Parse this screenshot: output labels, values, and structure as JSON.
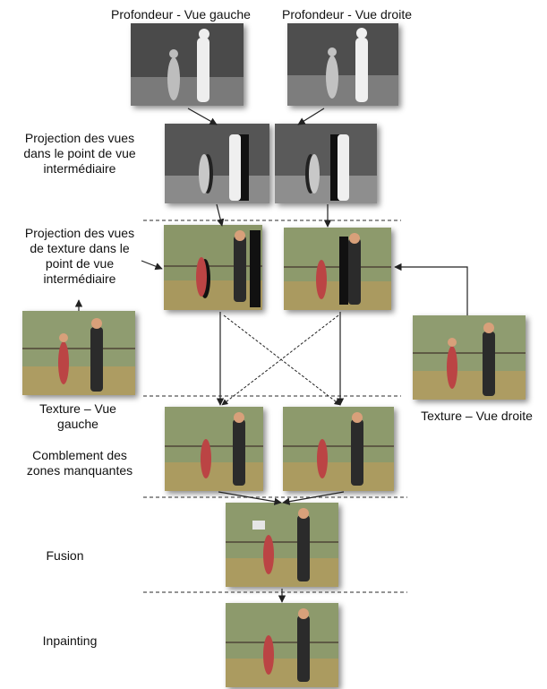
{
  "labels": {
    "depth_left": "Profondeur -  Vue gauche",
    "depth_right": "Profondeur -  Vue droite",
    "projection_views": "Projection des vues dans  le point de vue intermédiaire",
    "projection_texture": "Projection des vues de texture dans le point de vue intermédiaire",
    "texture_left": "Texture – Vue gauche",
    "texture_right": "Texture – Vue droite",
    "hole_filling": "Comblement des zones manquantes",
    "fusion": "Fusion",
    "inpainting": "Inpainting"
  },
  "colors": {
    "arrow": "#222222",
    "separator": "#555555",
    "depth_bg": "#5a5a5a",
    "texture_bg": "#8e9a6e"
  }
}
